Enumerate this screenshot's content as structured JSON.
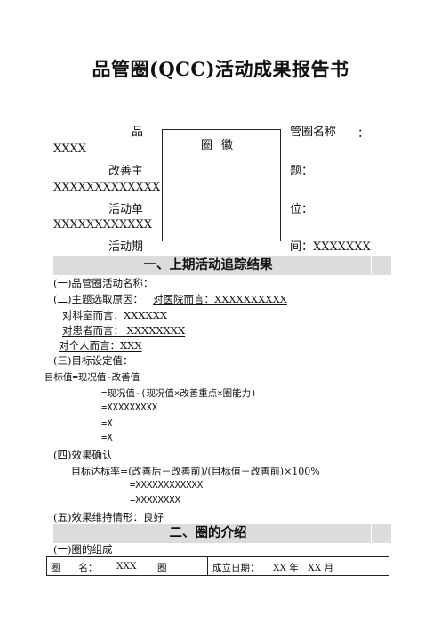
{
  "doc": {
    "title": "品管圈(QCC)活动成果报告书"
  },
  "cover": {
    "pin": "品",
    "circle_name_label": "管圈名称",
    "colon": "：",
    "circle_name_value": "XXXX",
    "topic_label_a": "改善主",
    "topic_label_b": "题：",
    "topic_value": "XXXXXXXXXXXXX",
    "unit_label_a": "活动单",
    "unit_label_b": "位：",
    "unit_value": "XXXXXXXXXXXX",
    "period_label_a": "活动期",
    "period_label_b": "间：XXXXXXX",
    "emblem": "圈徽"
  },
  "section1": {
    "heading": "一、上期活动追踪结果",
    "item1": "(一)品管圈活动名称：",
    "item2_label": "(二)主题选取原因：",
    "item2_hospital": "对医院而言：XXXXXXXXXX",
    "item2_dept": "对科室而言：XXXXXX",
    "item2_patient": "对患者而言： XXXXXXXX",
    "item2_personal": "对个人而言：XXX",
    "item3_label": "(三)目标设定值：",
    "target_line1": "目标值=现况值-改善值",
    "target_line2": "=现况值-(现况值×改善重点×圈能力)",
    "target_line3": "=XXXXXXXXX",
    "target_line4": "=X",
    "target_line5": "=X",
    "item4_label": "(四)效果确认",
    "achieve_formula": "目标达标率=(改善后－改善前)/(目标值－改善前)×100%",
    "achieve_line2": "=XXXXXXXXXXXX",
    "achieve_line3": "=XXXXXXXX",
    "item5": "(五)效果维持情形：良好"
  },
  "section2": {
    "heading": "二、圈的介绍",
    "item1": "(一)圈的组成",
    "table": {
      "name_label": "圈　　名：",
      "name_value": "XXX",
      "name_suffix": "圈",
      "date_label": "成立日期：",
      "date_value": "XX 年　XX 月"
    }
  }
}
